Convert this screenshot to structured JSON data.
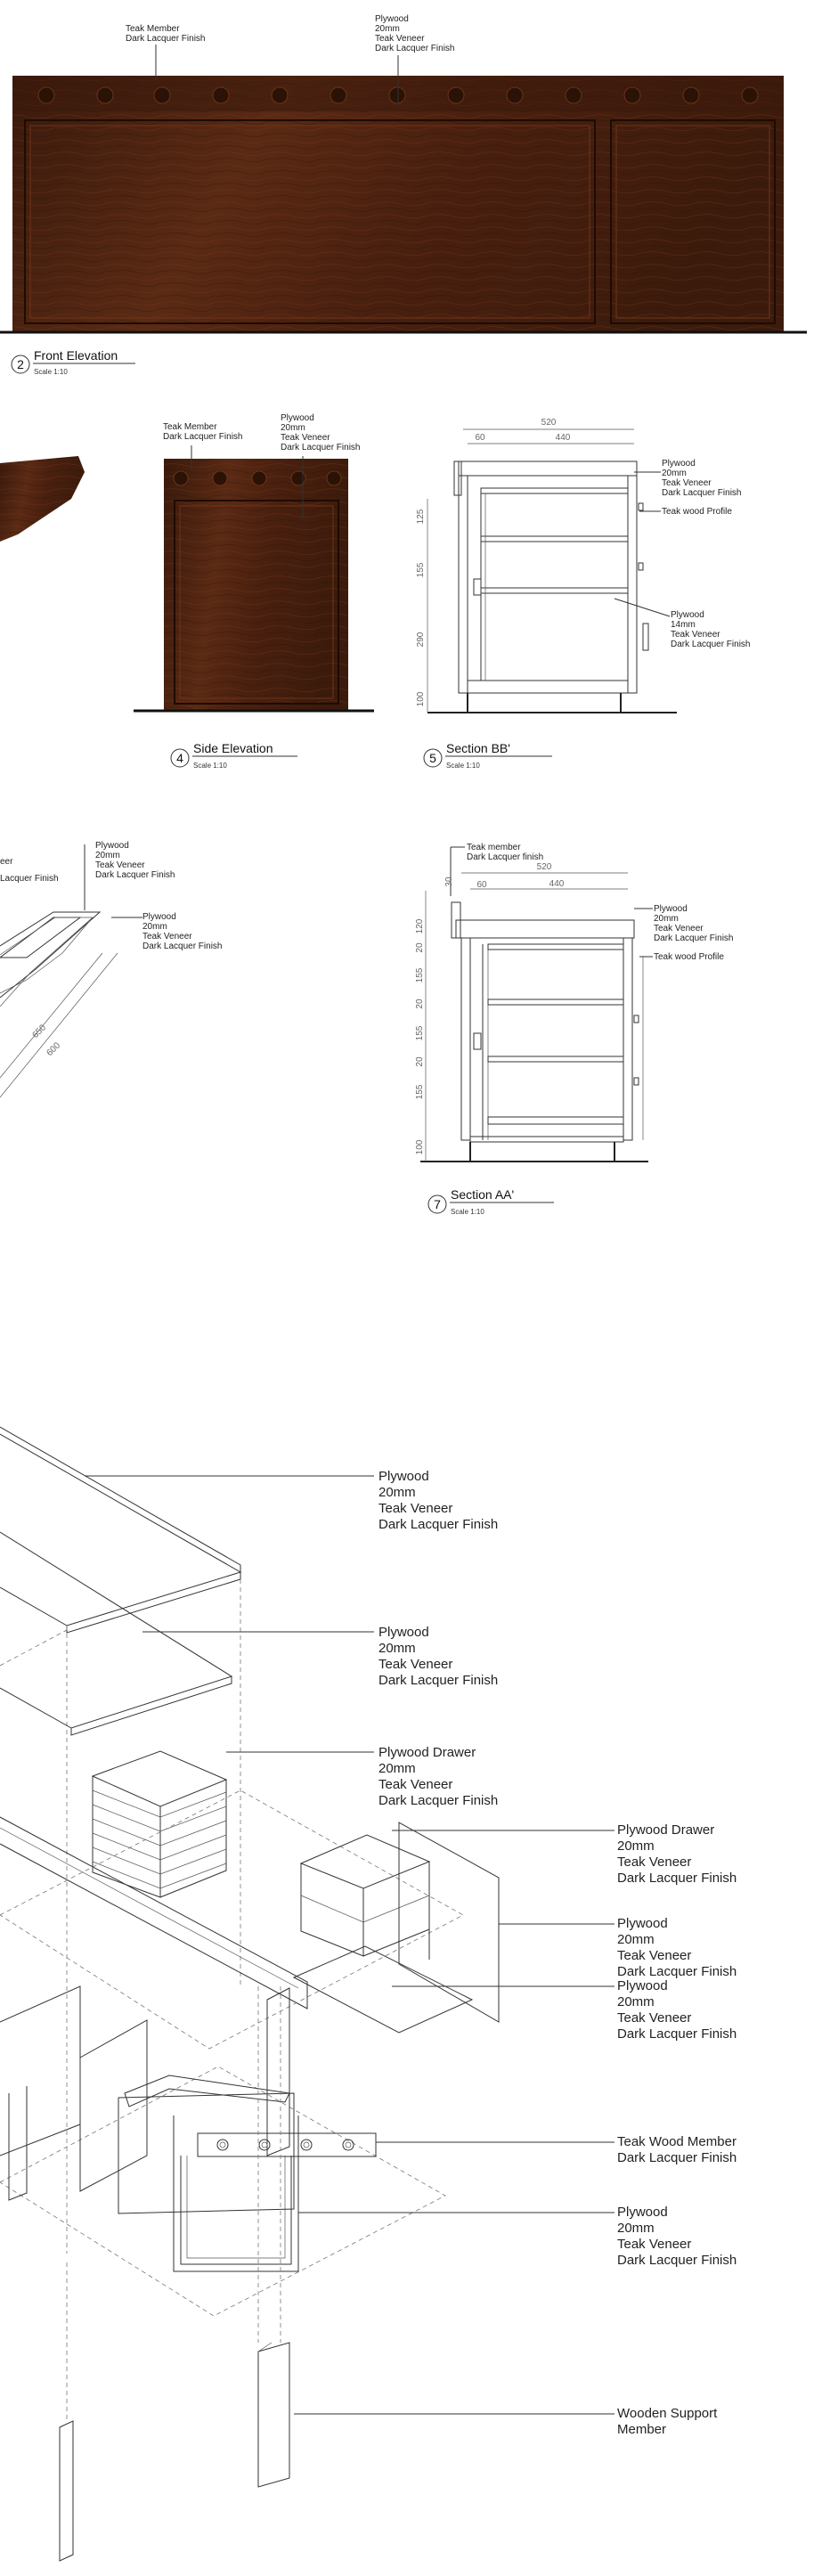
{
  "front_elevation": {
    "callout_1": [
      "Teak Member",
      "Dark Lacquer Finish"
    ],
    "callout_2": [
      "Plywood",
      "20mm",
      "Teak Veneer",
      "Dark Lacquer Finish"
    ],
    "number": "2",
    "title": "Front Elevation",
    "scale": "Scale 1:10"
  },
  "side_elevation": {
    "callout_1": [
      "Teak Member",
      "Dark Lacquer Finish"
    ],
    "callout_2": [
      "Plywood",
      "20mm",
      "Teak Veneer",
      "Dark Lacquer Finish"
    ],
    "number": "4",
    "title": "Side Elevation",
    "scale": "Scale 1:10"
  },
  "section_bb": {
    "dims_top": [
      "520",
      "60",
      "440"
    ],
    "dims_left": [
      "125",
      "155",
      "290",
      "100"
    ],
    "callout_1": [
      "Plywood",
      "20mm",
      "Teak Veneer",
      "Dark Lacquer Finish"
    ],
    "callout_2": [
      "Teak wood Profile"
    ],
    "callout_3": [
      "Plywood",
      "14mm",
      "Teak Veneer",
      "Dark Lacquer Finish"
    ],
    "number": "5",
    "title": "Section BB'",
    "scale": "Scale 1:10"
  },
  "plan_view": {
    "callout_left": [
      "eer",
      "Lacquer Finish"
    ],
    "callout_1": [
      "Plywood",
      "20mm",
      "Teak Veneer",
      "Dark Lacquer Finish"
    ],
    "callout_2": [
      "Plywood",
      "20mm",
      "Teak Veneer",
      "Dark Lacquer Finish"
    ],
    "dims": [
      "650",
      "600"
    ]
  },
  "section_aa": {
    "callout_top": [
      "Teak member",
      "Dark Lacquer finish"
    ],
    "dims_top": [
      "520",
      "60",
      "440"
    ],
    "dims_left": [
      "30",
      "120",
      "20",
      "155",
      "20",
      "155",
      "20",
      "155",
      "100"
    ],
    "callout_1": [
      "Plywood",
      "20mm",
      "Teak Veneer",
      "Dark Lacquer Finish"
    ],
    "callout_2": [
      "Teak wood Profile"
    ],
    "number": "7",
    "title": "Section AA'",
    "scale": "Scale 1:10"
  },
  "exploded_view": {
    "callouts": [
      [
        "Plywood",
        "20mm",
        "Teak Veneer",
        "Dark Lacquer Finish"
      ],
      [
        "Plywood",
        "20mm",
        "Teak Veneer",
        "Dark Lacquer Finish"
      ],
      [
        "Plywood Drawer",
        "20mm",
        "Teak Veneer",
        "Dark Lacquer Finish"
      ],
      [
        "Plywood Drawer",
        "20mm",
        "Teak Veneer",
        "Dark Lacquer Finish"
      ],
      [
        "Plywood",
        "20mm",
        "Teak Veneer",
        "Dark Lacquer Finish"
      ],
      [
        "Plywood",
        "20mm",
        "Teak Veneer",
        "Dark Lacquer Finish"
      ],
      [
        "Teak Wood Member",
        "Dark Lacquer Finish"
      ],
      [
        "Plywood",
        "20mm",
        "Teak Veneer",
        "Dark Lacquer Finish"
      ],
      [
        "Wooden Support",
        "Member"
      ]
    ]
  },
  "colors": {
    "wood_dark": "#3a1a0c",
    "wood_mid": "#5a2a14",
    "wood_light": "#6e3418",
    "line": "#333333"
  }
}
